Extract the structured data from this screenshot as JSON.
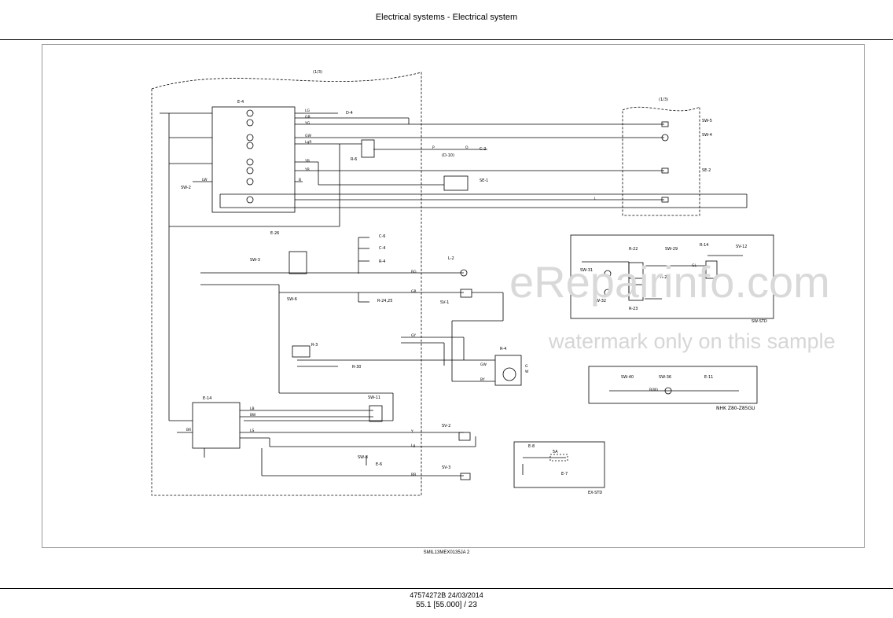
{
  "header": {
    "title": "Electrical systems - Electrical system"
  },
  "footer": {
    "doc_ref": "SMIL13MEX0135JA   2",
    "code": "47574272B 24/03/2014",
    "page": "55.1 [55.000] / 23"
  },
  "watermark": {
    "brand": "eRepairinfo.com",
    "note": "watermark only on this sample"
  },
  "schematic": {
    "sheet_left": "(1/3)",
    "sheet_right": "(1/3)",
    "comp": {
      "e4": "E-4",
      "e14": "E-14",
      "e26": "E-26",
      "e6": "E-6",
      "e7": "E-7",
      "e8": "E-8",
      "e11": "E-11",
      "r4": "R-4",
      "r3": "R-3",
      "r6": "R-6",
      "r14": "R-14",
      "r22": "R-22",
      "r23": "R-23",
      "r20": "R-20",
      "r2425": "R-24,25",
      "r30": "R-30",
      "sw2": "SW-2",
      "sw3": "SW-3",
      "sw4": "SW-4",
      "sw5": "SW-5",
      "sw6": "SW-6",
      "sw8": "SW-8",
      "sw11": "SW-11",
      "sw29": "SW-29",
      "sw31": "SW-31",
      "sw32": "SW-32",
      "sw36": "SW-36",
      "sw40": "SW-40",
      "se1": "SE-1",
      "se2": "SE-2",
      "sv1": "SV-1",
      "sv2": "SV-2",
      "sv3": "SV-3",
      "sv12": "SV-12",
      "l2": "L-2",
      "d10": "(D-10)",
      "d4": "D-4",
      "c2": "C-2",
      "c6": "C-6",
      "c4": "C-4"
    },
    "wires": {
      "lg": "LG",
      "gb": "GB",
      "yg": "YG",
      "gw": "GW",
      "lgr": "LgR",
      "yb": "YB",
      "yr": "YR",
      "lw": "LW",
      "b": "B",
      "p": "P",
      "o": "O",
      "l": "L",
      "lb": "LB",
      "bw": "BW",
      "ls": "LS",
      "gy": "GY",
      "y": "Y",
      "br": "BR",
      "rg": "RG",
      "gr": "GR",
      "lg2": "Lg",
      "bb": "BB",
      "gw2": "GW",
      "g": "G",
      "w": "W",
      "bw2": "B(W)",
      "by": "BY",
      "gl": "GL"
    },
    "fuse": {
      "rating": "5A"
    },
    "notes": {
      "sw_std": "SW-STD",
      "model": "NHK Z80-Z85GU",
      "ex_std": "EX-STD"
    }
  }
}
